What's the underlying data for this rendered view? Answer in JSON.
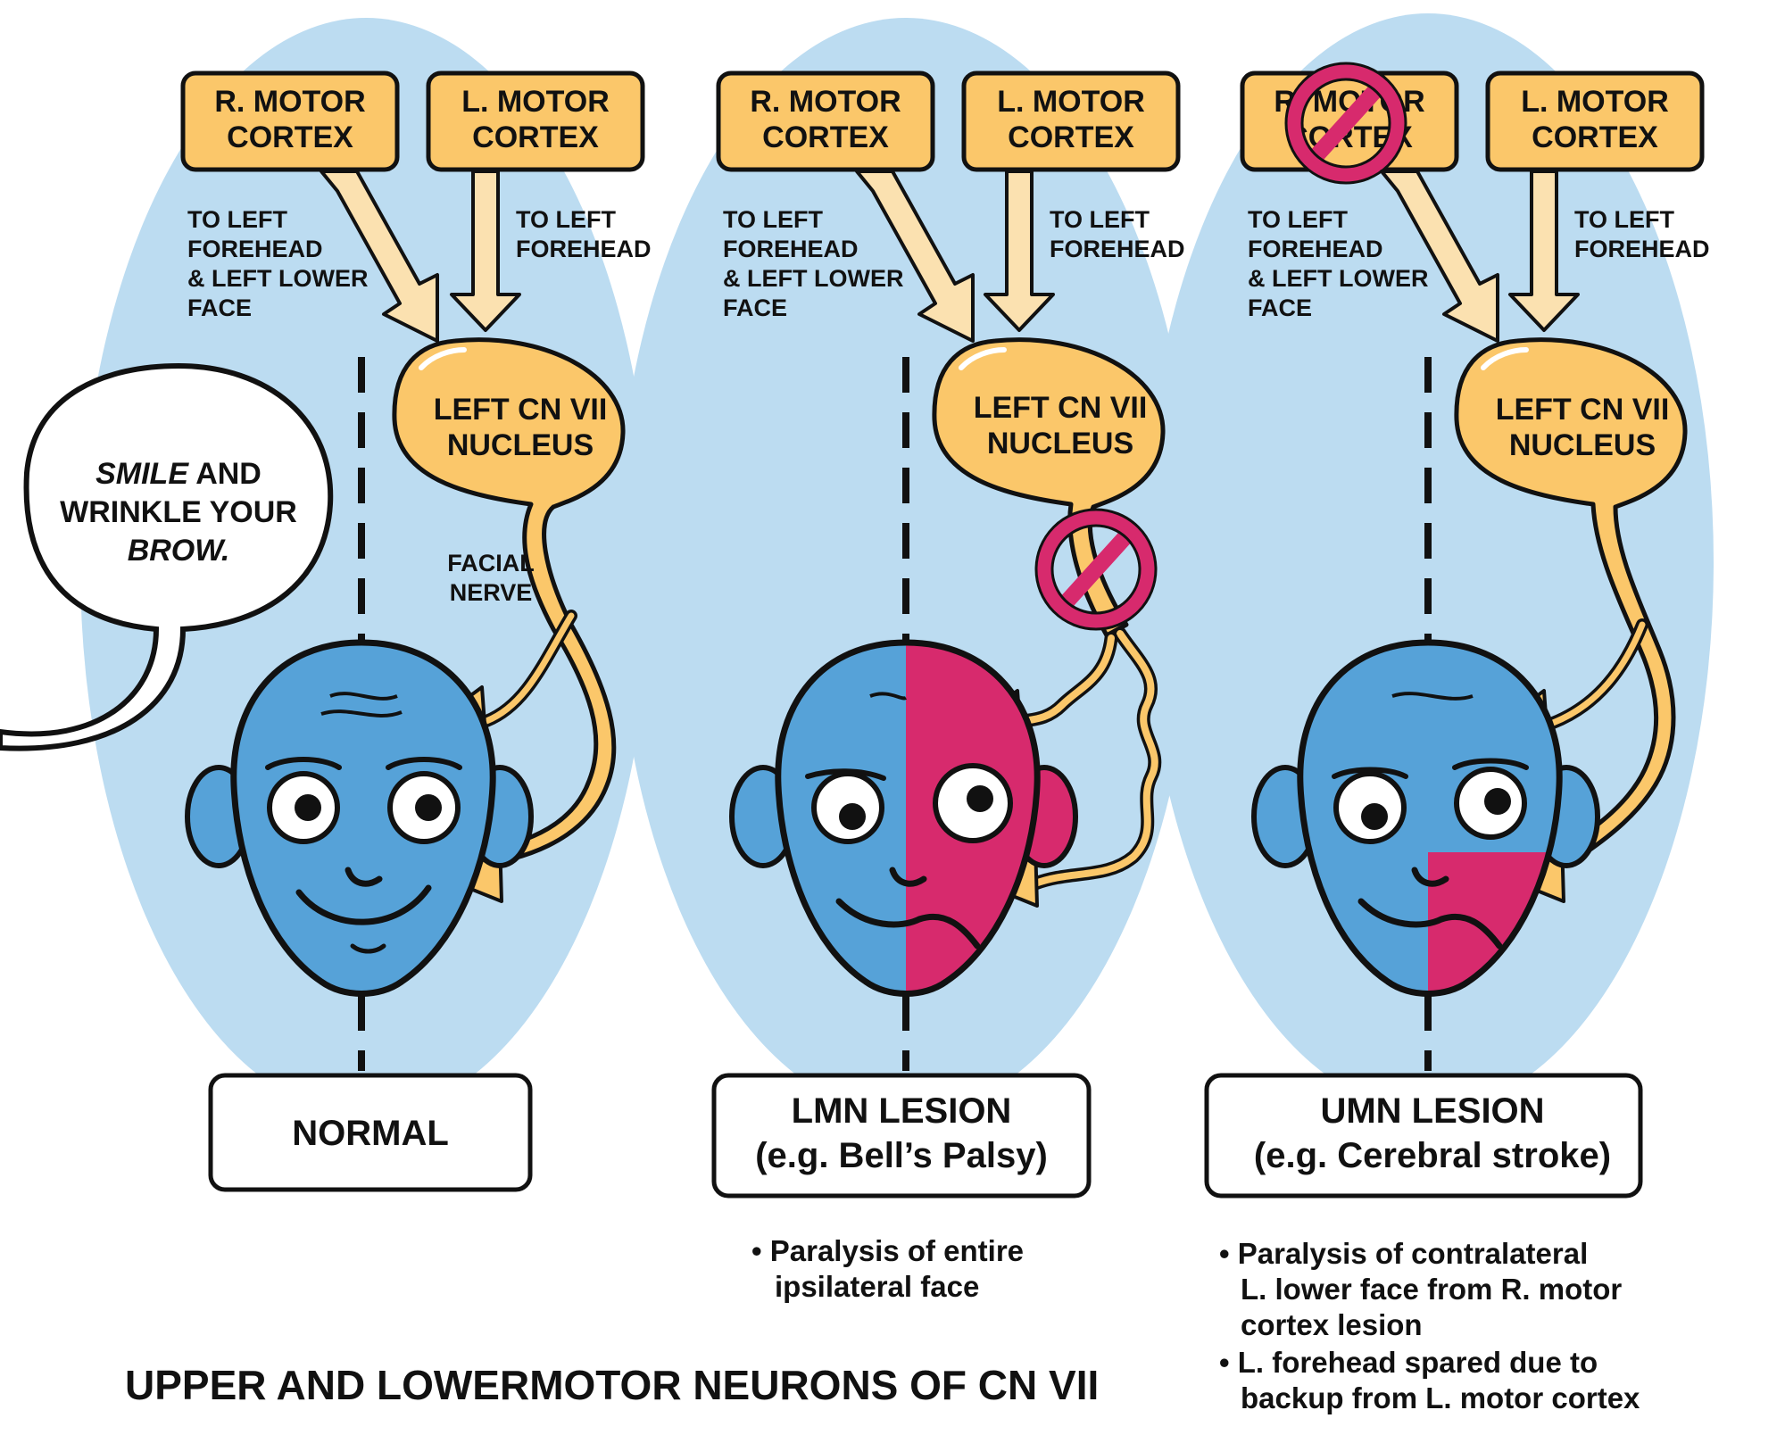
{
  "colors": {
    "background": "#ffffff",
    "oval": "#bcdcf1",
    "box": "#fbc76a",
    "head_blue": "#56a2d8",
    "paralysis": "#d72a6d",
    "outline": "#111111",
    "arrow_pale": "#fbe1b0"
  },
  "speech_bubble": {
    "line1_em": "SMILE",
    "line1_rest": " AND",
    "line2": "WRINKLE YOUR",
    "line3_em": "BROW."
  },
  "facial_nerve": {
    "line1": "FACIAL",
    "line2": "NERVE"
  },
  "panels": [
    {
      "r_cortex": [
        "R. MOTOR",
        "CORTEX"
      ],
      "l_cortex": [
        "L. MOTOR",
        "CORTEX"
      ],
      "r_path": [
        "TO LEFT",
        "FOREHEAD",
        "& LEFT LOWER",
        "FACE"
      ],
      "l_path": [
        "TO LEFT",
        "FOREHEAD"
      ],
      "nucleus": [
        "LEFT CN VII",
        "NUCLEUS"
      ],
      "caption": [
        "NORMAL"
      ],
      "notes": []
    },
    {
      "r_cortex": [
        "R. MOTOR",
        "CORTEX"
      ],
      "l_cortex": [
        "L. MOTOR",
        "CORTEX"
      ],
      "r_path": [
        "TO LEFT",
        "FOREHEAD",
        "& LEFT LOWER",
        "FACE"
      ],
      "l_path": [
        "TO LEFT",
        "FOREHEAD"
      ],
      "nucleus": [
        "LEFT CN VII",
        "NUCLEUS"
      ],
      "caption": [
        "LMN LESION",
        "(e.g. Bell’s Palsy)"
      ],
      "notes": [
        [
          "Paralysis of entire",
          "ipsilateral face"
        ]
      ]
    },
    {
      "r_cortex": [
        "R. MOTOR",
        "CORTEX"
      ],
      "l_cortex": [
        "L. MOTOR",
        "CORTEX"
      ],
      "r_path": [
        "TO LEFT",
        "FOREHEAD",
        "& LEFT LOWER",
        "FACE"
      ],
      "l_path": [
        "TO LEFT",
        "FOREHEAD"
      ],
      "nucleus": [
        "LEFT CN VII",
        "NUCLEUS"
      ],
      "caption": [
        "UMN LESION",
        "(e.g. Cerebral stroke)"
      ],
      "notes": [
        [
          "Paralysis of contralateral",
          "L. lower face from R. motor",
          "cortex lesion"
        ],
        [
          "L. forehead spared due to",
          "backup from L. motor cortex"
        ]
      ]
    }
  ],
  "footer_title": "UPPER AND LOWERMOTOR NEURONS OF CN VII"
}
